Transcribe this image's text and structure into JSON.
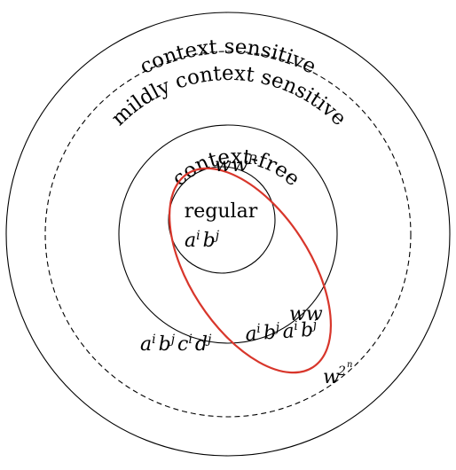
{
  "labels": {
    "context_sensitive": "context sensitive",
    "mildly_context_sensitive": "mildly context sensitive",
    "context_free": "context-free",
    "regular": "regular"
  },
  "examples": {
    "ww_r": {
      "base": "ww",
      "sup": "R"
    },
    "aibj": {
      "a": "a",
      "i": "i",
      "b": "b",
      "j": "j"
    },
    "ww": "ww",
    "aibjaibj": {
      "a": "a",
      "i": "i",
      "b": "b",
      "j": "j"
    },
    "aibjcidj": {
      "a": "a",
      "i": "i",
      "b": "b",
      "j": "j",
      "c": "c",
      "d": "d"
    },
    "w2n": {
      "base": "w",
      "sup": "2",
      "supsup": "n"
    }
  },
  "colors": {
    "stroke": "#000000",
    "highlight_ellipse": "#d8362b"
  }
}
